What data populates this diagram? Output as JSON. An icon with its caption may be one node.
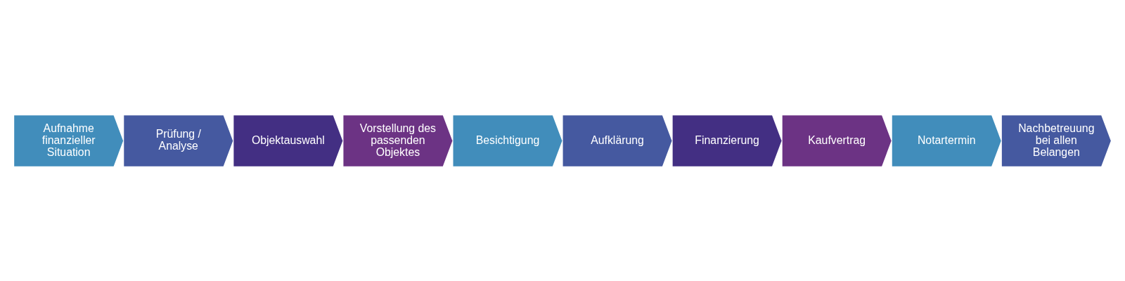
{
  "diagram": {
    "nodes": [
      {
        "text": [
          "Aufnahme finanzieller Situation"
        ]
      },
      {
        "text": [
          "Prüfung / Analyse"
        ]
      },
      {
        "text": [
          "Objektauswahl"
        ]
      },
      {
        "text": [
          "Vorstellung des passenden Objektes"
        ]
      },
      {
        "text": [
          "Besichtigung"
        ]
      },
      {
        "text": [
          "Aufklärung"
        ]
      },
      {
        "text": [
          "Finanzierung"
        ]
      },
      {
        "text": [
          "Kaufvertrag"
        ]
      },
      {
        "text": [
          "Notartermin"
        ]
      },
      {
        "text": [
          "Nachbetreuung bei allen Belangen"
        ]
      }
    ]
  }
}
